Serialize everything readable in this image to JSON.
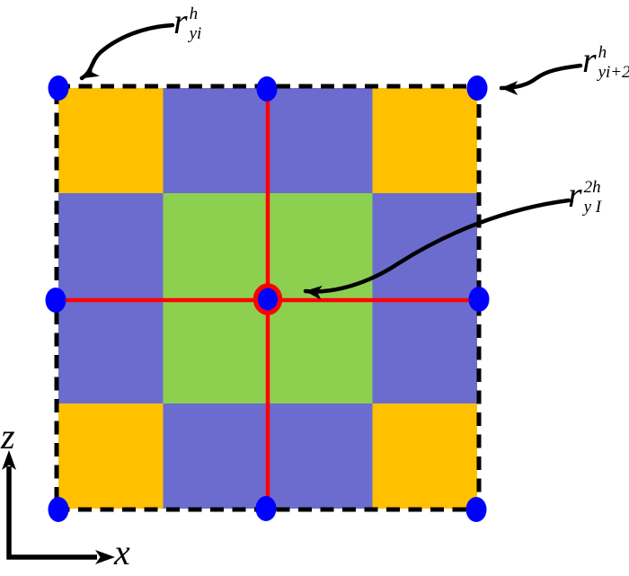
{
  "figure": {
    "annotations": {
      "top_left": {
        "base": "r",
        "sup": "h",
        "sub": "yi"
      },
      "top_right": {
        "base": "r",
        "sup": "h",
        "sub": "yi+2"
      },
      "center": {
        "base": "r",
        "sup": "2h",
        "sub": "y I"
      }
    },
    "axes": {
      "vertical_label": "z",
      "horizontal_label": "x"
    }
  },
  "colors": {
    "corner_cell": "#FFC000",
    "center_cell": "#8DD04F",
    "edge_cell": "#6B6CCE",
    "node_blue": "#0000FF",
    "line_red": "#FF0000",
    "ink": "#000000"
  },
  "grid": {
    "rows": 4,
    "cols": 4,
    "pattern": [
      "corner_cell",
      "edge_cell",
      "edge_cell",
      "corner_cell",
      "edge_cell",
      "center_cell",
      "center_cell",
      "edge_cell",
      "edge_cell",
      "center_cell",
      "center_cell",
      "edge_cell",
      "corner_cell",
      "edge_cell",
      "edge_cell",
      "corner_cell"
    ]
  }
}
